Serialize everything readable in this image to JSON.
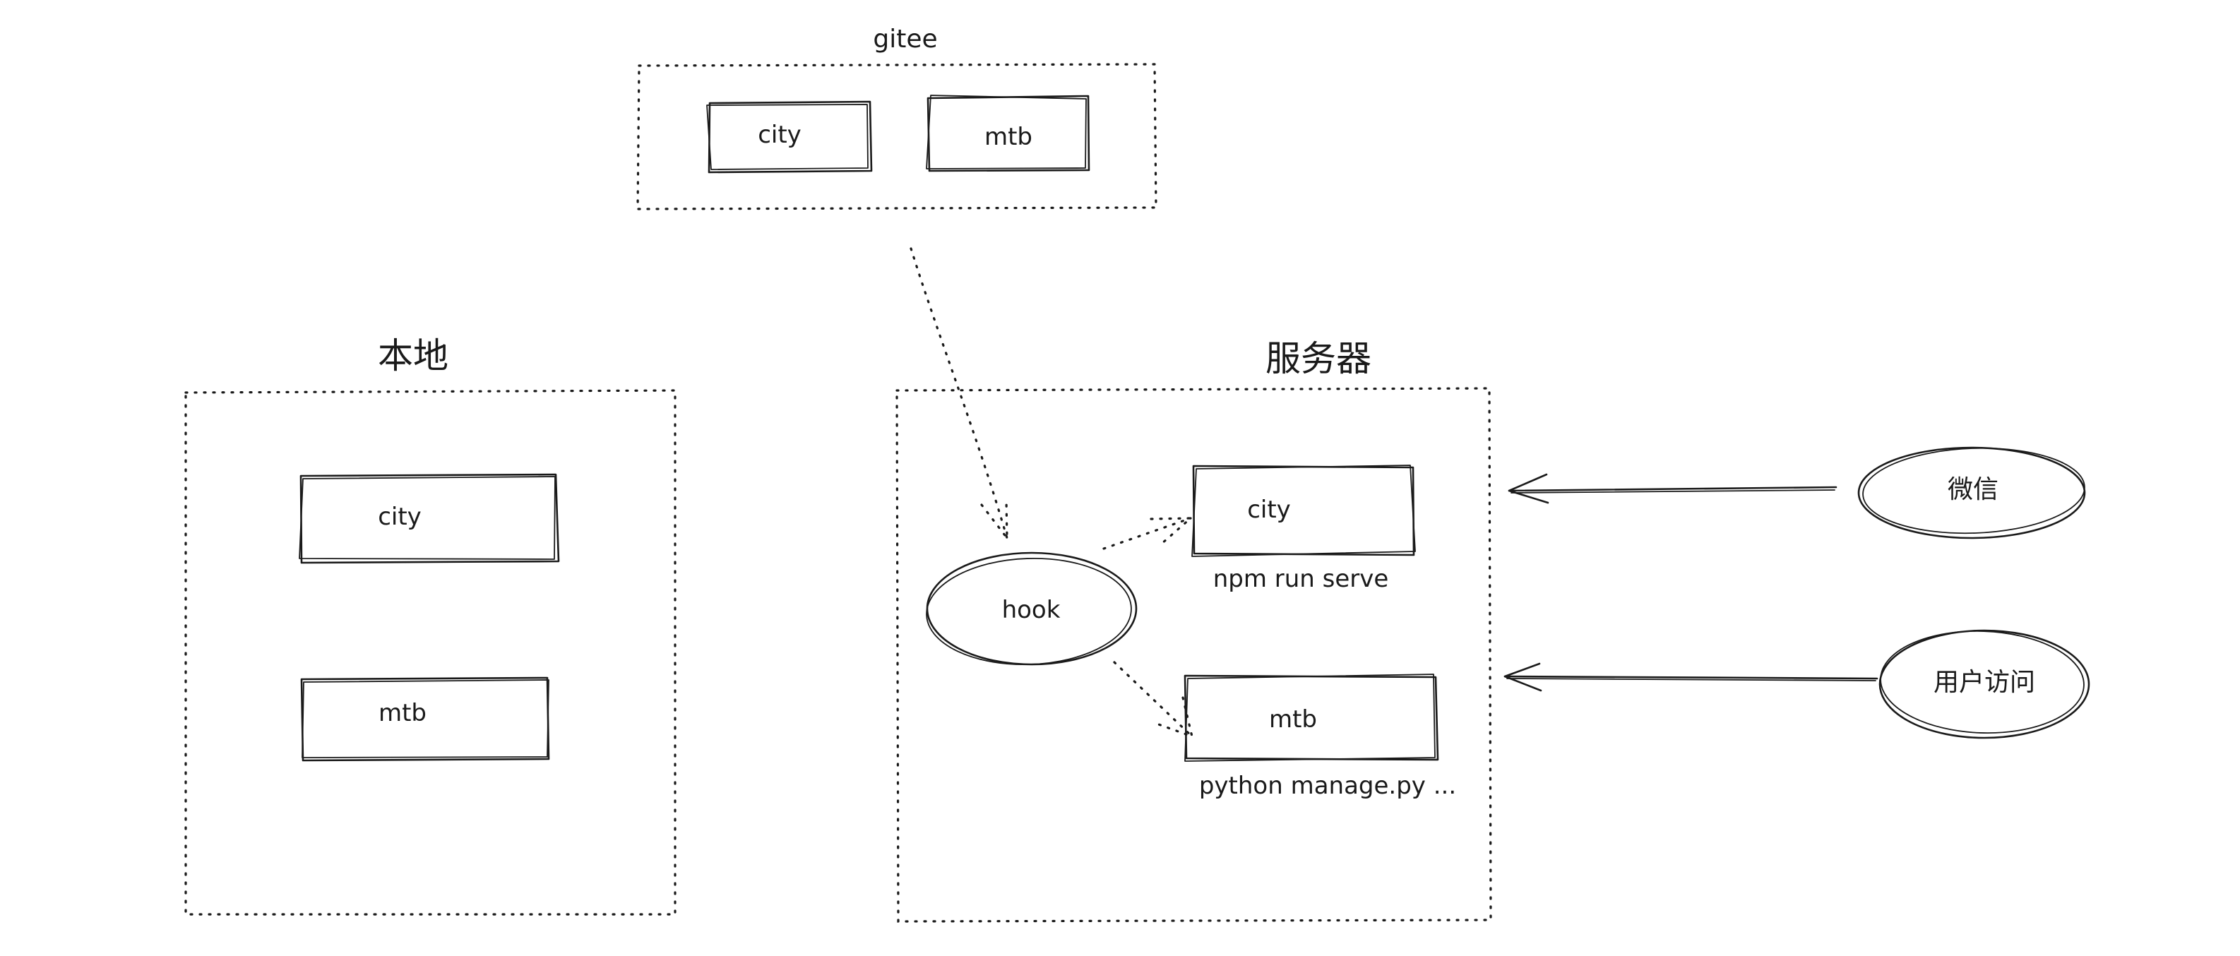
{
  "groups": {
    "gitee": {
      "label": "gitee"
    },
    "local": {
      "label": "本地"
    },
    "server": {
      "label": "服务器"
    }
  },
  "nodes": {
    "gitee_city": "city",
    "gitee_mtb": "mtb",
    "local_city": "city",
    "local_mtb": "mtb",
    "server_hook": "hook",
    "server_city": "city",
    "server_city_cmd": "npm run serve",
    "server_mtb": "mtb",
    "server_mtb_cmd": "python manage.py ...",
    "wechat": "微信",
    "user_access": "用户访问"
  },
  "edges": [
    {
      "from": "gitee",
      "to": "server_hook",
      "style": "dotted"
    },
    {
      "from": "server_hook",
      "to": "server_city",
      "style": "dotted"
    },
    {
      "from": "server_hook",
      "to": "server_mtb",
      "style": "dotted"
    },
    {
      "from": "wechat",
      "to": "server",
      "style": "solid"
    },
    {
      "from": "user_access",
      "to": "server",
      "style": "solid"
    }
  ]
}
